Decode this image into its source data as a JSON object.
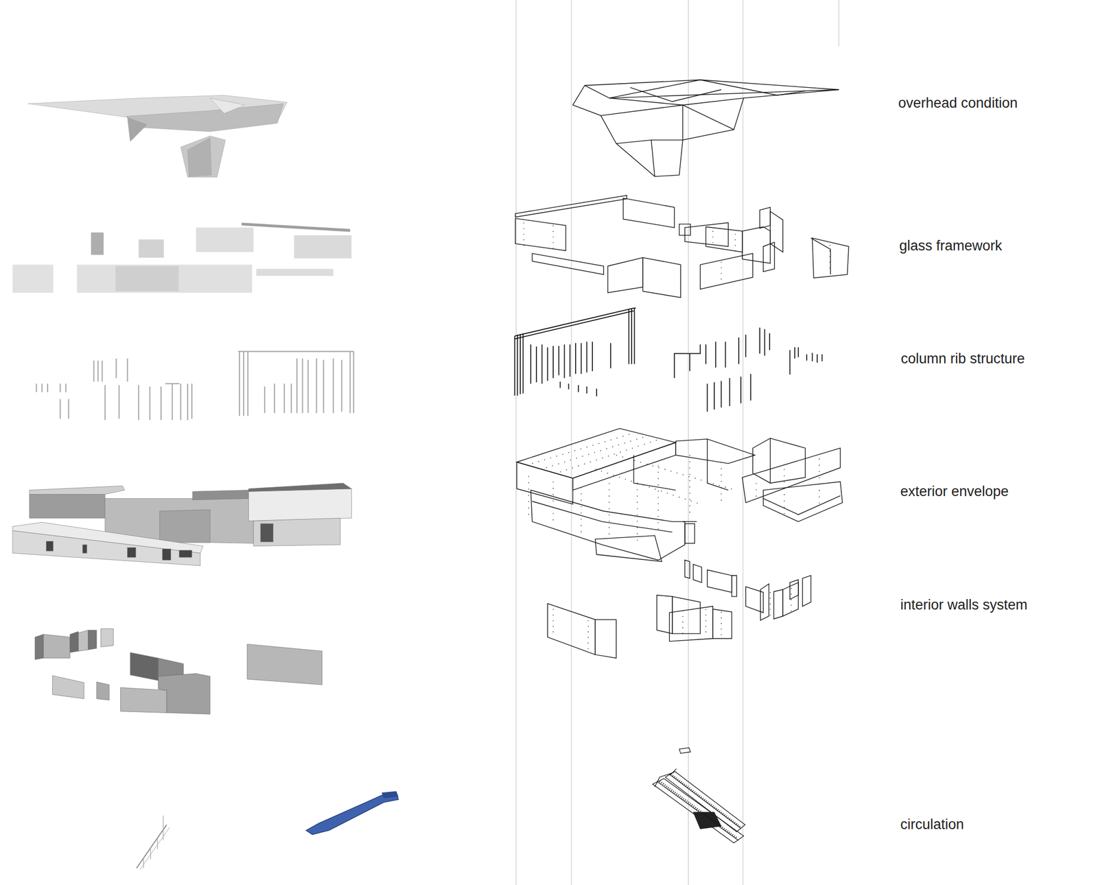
{
  "diagram": {
    "labels": [
      "overhead condition",
      "glass framework",
      "column rib structure",
      "exterior envelope",
      "interior walls system",
      "circulation"
    ]
  }
}
